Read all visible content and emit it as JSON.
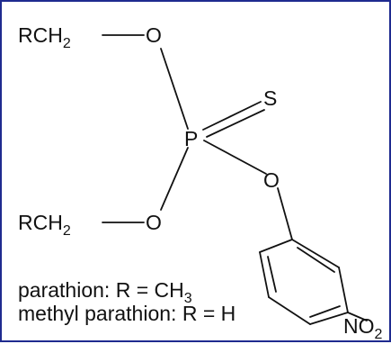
{
  "colors": {
    "border": "#1f2b8f",
    "ink": "#111111",
    "background": "#ffffff"
  },
  "molecule": {
    "substituent_top": {
      "main": "RCH",
      "sub": "2"
    },
    "substituent_bottom": {
      "main": "RCH",
      "sub": "2"
    },
    "oxygen_top": "O",
    "oxygen_bottom": "O",
    "oxygen_right": "O",
    "phosphorus": "P",
    "sulfur": "S",
    "nitro": {
      "main": "NO",
      "sub": "2"
    }
  },
  "caption": {
    "line1": {
      "main": "parathion: R = CH",
      "sub": "3"
    },
    "line2": "methyl parathion: R = H"
  }
}
